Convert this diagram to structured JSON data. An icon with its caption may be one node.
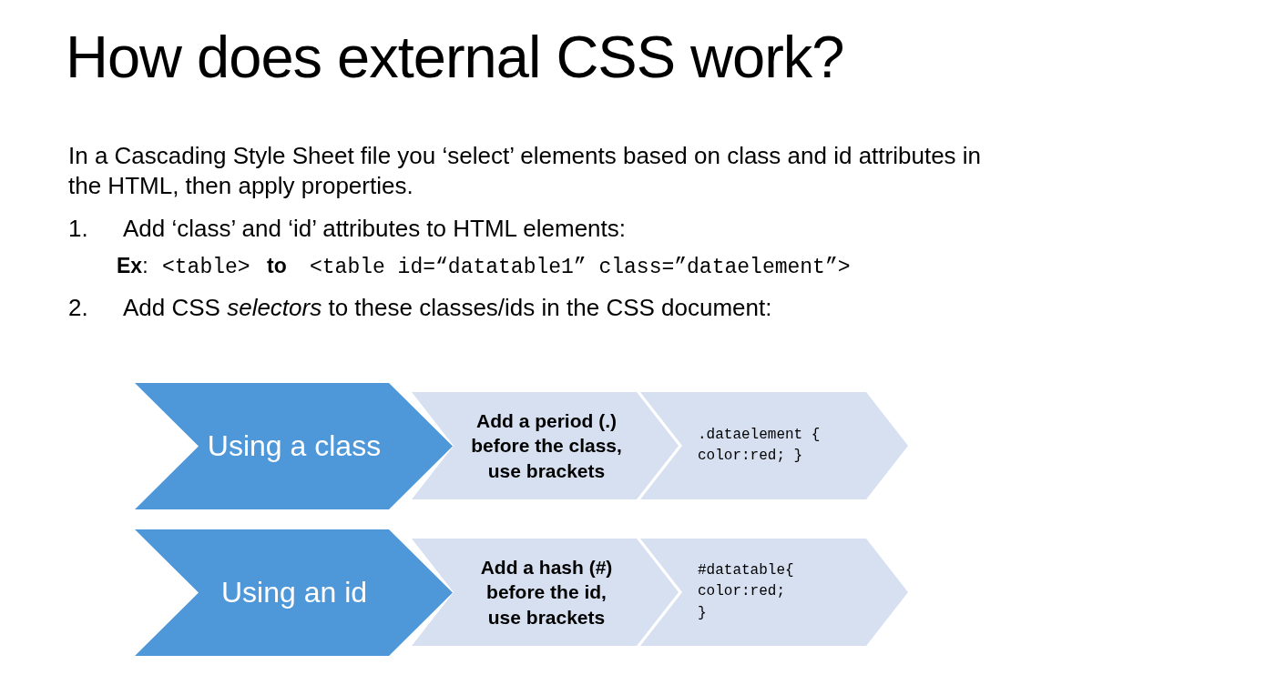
{
  "diagram": {
    "title": "How does external CSS work?",
    "nodes": [
      {
        "text": [
          "Using a class"
        ]
      },
      {
        "text": [
          "Add a period (.) before the class, use brackets"
        ]
      },
      {
        "text": [
          ".dataelement { color:red; }"
        ]
      },
      {
        "text": [
          "Using an id"
        ]
      },
      {
        "text": [
          "Add a hash (#) before the id, use brackets"
        ]
      },
      {
        "text": [
          "#datatable{ color:red; }"
        ]
      }
    ],
    "labels": [
      "In a Cascading Style Sheet file you ‘select’ elements based on class and id attributes in the HTML, then apply properties.",
      "1.",
      "Add ‘class’ and ‘id’ attributes to HTML elements:",
      "**Ex**:",
      "<table>",
      "to",
      "<table id=“datatable1” class=”dataelement”>",
      "2.",
      "Add CSS *selectors* to these classes/ids in the CSS document:"
    ]
  }
}
